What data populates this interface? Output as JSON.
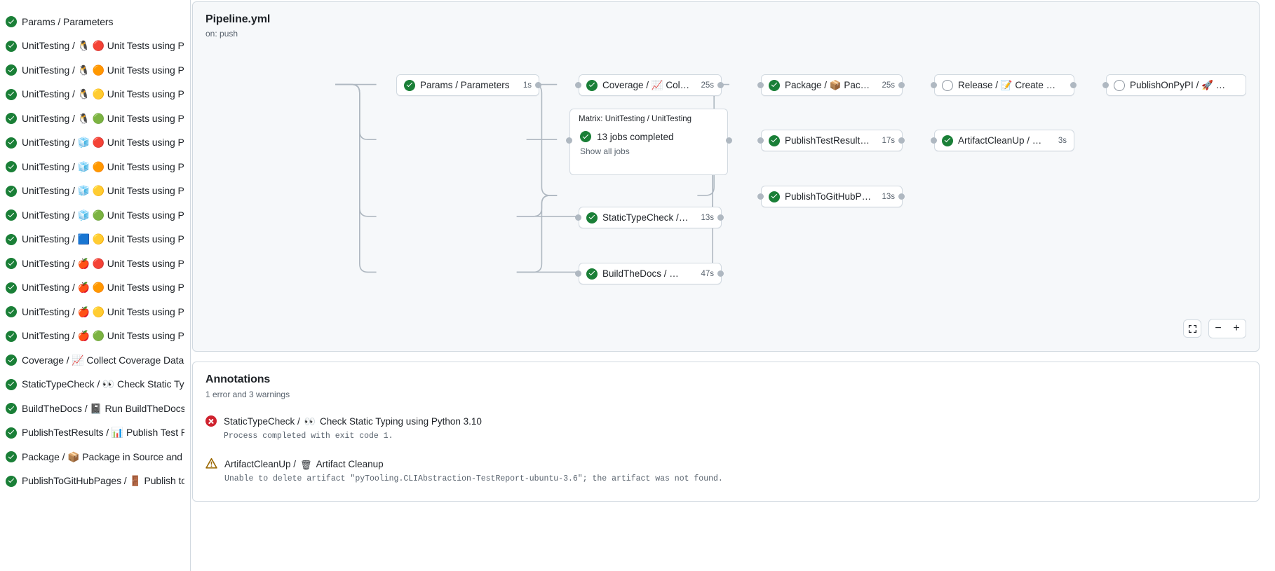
{
  "sidebar": {
    "items": [
      {
        "status": "success",
        "label": "Params / Parameters",
        "emojis": []
      },
      {
        "status": "success",
        "label": "UnitTesting / 🐧 🔴 Unit Tests using Pyth...",
        "emojis": [
          "🐧",
          "🔴"
        ]
      },
      {
        "status": "success",
        "label": "UnitTesting / 🐧 🟠 Unit Tests using Pyth...",
        "emojis": [
          "🐧",
          "🟠"
        ]
      },
      {
        "status": "success",
        "label": "UnitTesting / 🐧 🟡 Unit Tests using Pyth...",
        "emojis": [
          "🐧",
          "🟡"
        ]
      },
      {
        "status": "success",
        "label": "UnitTesting / 🐧 🟢 Unit Tests using Pyth...",
        "emojis": [
          "🐧",
          "🟢"
        ]
      },
      {
        "status": "success",
        "label": "UnitTesting / 🧊 🔴 Unit Tests using Pyth...",
        "emojis": [
          "🧊",
          "🔴"
        ]
      },
      {
        "status": "success",
        "label": "UnitTesting / 🧊 🟠 Unit Tests using Pyth...",
        "emojis": [
          "🧊",
          "🟠"
        ]
      },
      {
        "status": "success",
        "label": "UnitTesting / 🧊 🟡 Unit Tests using Pyth...",
        "emojis": [
          "🧊",
          "🟡"
        ]
      },
      {
        "status": "success",
        "label": "UnitTesting / 🧊 🟢 Unit Tests using Pyth...",
        "emojis": [
          "🧊",
          "🟢"
        ]
      },
      {
        "status": "success",
        "label": "UnitTesting / 🟦 🟡 Unit Tests using Pyth...",
        "emojis": [
          "🟦",
          "🟡"
        ]
      },
      {
        "status": "success",
        "label": "UnitTesting / 🍎 🔴 Unit Tests using Pyth...",
        "emojis": [
          "🍎",
          "🔴"
        ]
      },
      {
        "status": "success",
        "label": "UnitTesting / 🍎 🟠 Unit Tests using Pyth...",
        "emojis": [
          "🍎",
          "🟠"
        ]
      },
      {
        "status": "success",
        "label": "UnitTesting / 🍎 🟡 Unit Tests using Pyth...",
        "emojis": [
          "🍎",
          "🟡"
        ]
      },
      {
        "status": "success",
        "label": "UnitTesting / 🍎 🟢 Unit Tests using Pyth...",
        "emojis": [
          "🍎",
          "🟢"
        ]
      },
      {
        "status": "success",
        "label": "Coverage / 📈 Collect Coverage Data usi...",
        "emojis": [
          "📈"
        ]
      },
      {
        "status": "success",
        "label": "StaticTypeCheck / 👀 Check Static Typing...",
        "emojis": [
          "👀"
        ]
      },
      {
        "status": "success",
        "label": "BuildTheDocs / 📓 Run BuildTheDocs",
        "emojis": [
          "📓"
        ]
      },
      {
        "status": "success",
        "label": "PublishTestResults / 📊 Publish Test Resu...",
        "emojis": [
          "📊"
        ]
      },
      {
        "status": "success",
        "label": "Package / 📦 Package in Source and Wh...",
        "emojis": [
          "📦"
        ]
      },
      {
        "status": "success",
        "label": "PublishToGitHubPages / 🚪 Publish to G...",
        "emojis": [
          "🚪"
        ]
      }
    ]
  },
  "graph": {
    "title": "Pipeline.yml",
    "subtitle": "on: push",
    "matrix": {
      "label": "Matrix: UnitTesting / UnitTesting",
      "job_status": "success",
      "job_label": "13 jobs completed",
      "show_all_label": "Show all jobs"
    },
    "nodes": [
      {
        "id": "params",
        "status": "success",
        "label": "Params / Parameters",
        "duration": "1s",
        "emoji": ""
      },
      {
        "id": "coverage",
        "status": "success",
        "label": "Coverage / 📈 Collect Cove...",
        "duration": "25s",
        "emoji": "📈"
      },
      {
        "id": "statictype",
        "status": "success",
        "label": "StaticTypeCheck / 👀 Chec...",
        "duration": "13s",
        "emoji": "👀"
      },
      {
        "id": "buildthedocs",
        "status": "success",
        "label": "BuildTheDocs / 📓 Run Buil...",
        "duration": "47s",
        "emoji": "📓"
      },
      {
        "id": "package",
        "status": "success",
        "label": "Package / 📦 Package in So...",
        "duration": "25s",
        "emoji": "📦"
      },
      {
        "id": "testresults",
        "status": "success",
        "label": "PublishTestResults / 📊 Pu...",
        "duration": "17s",
        "emoji": "📊"
      },
      {
        "id": "ghpages",
        "status": "success",
        "label": "PublishToGitHubPages / 🚪 ...",
        "duration": "13s",
        "emoji": "🚪"
      },
      {
        "id": "release",
        "status": "neutral",
        "label": "Release / 📝 Create 'Release P...",
        "duration": "",
        "emoji": "📝"
      },
      {
        "id": "cleanup",
        "status": "success",
        "label": "ArtifactCleanUp / 🗑 Artifac...",
        "duration": "3s",
        "emoji": "🗑"
      },
      {
        "id": "pypi",
        "status": "neutral",
        "label": "PublishOnPyPI / 🚀 Publish to ...",
        "duration": "",
        "emoji": "🚀"
      }
    ],
    "controls": {
      "fullscreen_icon": "fullscreen-icon",
      "zoom_out_label": "−",
      "zoom_in_label": "+"
    }
  },
  "annotations": {
    "title": "Annotations",
    "summary": "1 error and 3 warnings",
    "items": [
      {
        "level": "error",
        "job": "StaticTypeCheck /",
        "emoji": "👀",
        "step": "Check Static Typing using Python 3.10",
        "message": "Process completed with exit code 1."
      },
      {
        "level": "warning",
        "job": "ArtifactCleanUp /",
        "emoji": "🗑",
        "step": "Artifact Cleanup",
        "message": "Unable to delete artifact \"pyTooling.CLIAbstraction-TestReport-ubuntu-3.6\"; the artifact was not found."
      }
    ]
  },
  "colors": {
    "success": "#1a7f37",
    "error": "#cf222e",
    "warning": "#9a6700",
    "neutral": "#8c959f",
    "border": "#d1d9e0",
    "panel_bg": "#f6f8fa",
    "edge": "#afb8c1"
  }
}
